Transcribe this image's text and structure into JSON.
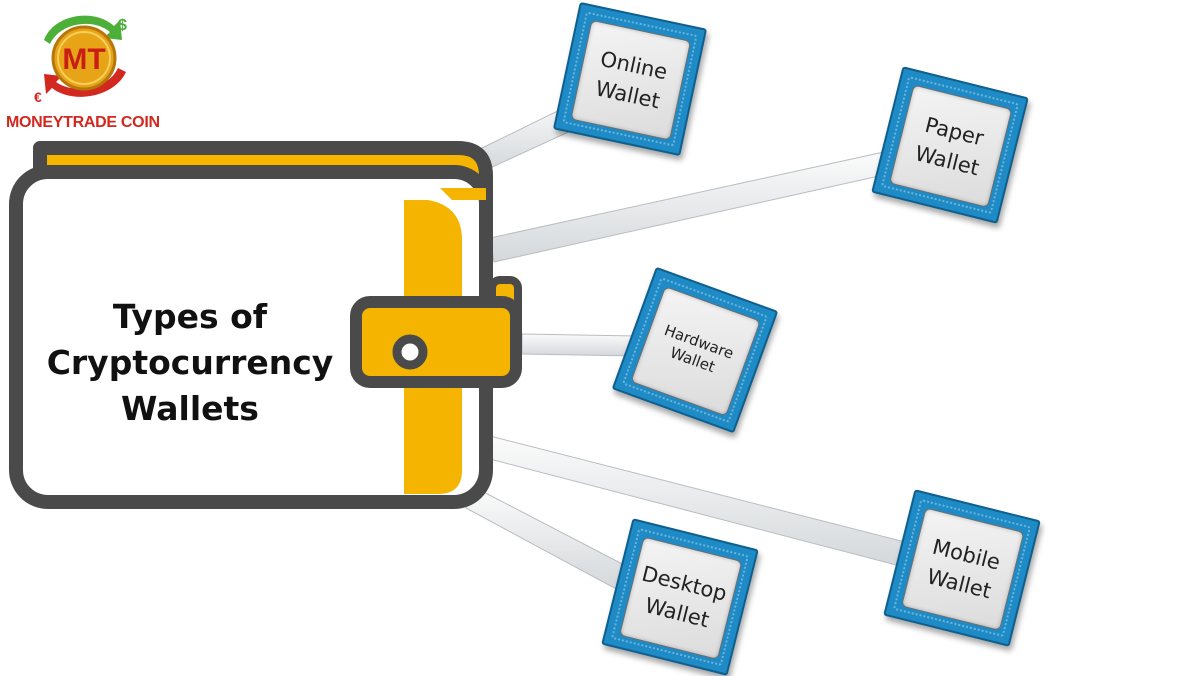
{
  "logo": {
    "monogram": "MT",
    "brand": "MONEYTRADE COIN",
    "currency_symbols": [
      "$",
      "€"
    ]
  },
  "wallet": {
    "title_lines": [
      "Types of",
      "Cryptocurrency",
      "Wallets"
    ]
  },
  "wallet_types": [
    {
      "lines": [
        "Online",
        "Wallet"
      ]
    },
    {
      "lines": [
        "Paper",
        "Wallet"
      ]
    },
    {
      "lines": [
        "Hardware",
        "Wallet"
      ]
    },
    {
      "lines": [
        "Desktop",
        "Wallet"
      ]
    },
    {
      "lines": [
        "Mobile",
        "Wallet"
      ]
    }
  ],
  "colors": {
    "wallet_yellow": "#f4b400",
    "wallet_outline": "#4a4a4a",
    "card_blue": "#1f8bc6",
    "logo_gold": "#e8a417",
    "logo_red": "#d2281f",
    "logo_green": "#4caf37"
  }
}
